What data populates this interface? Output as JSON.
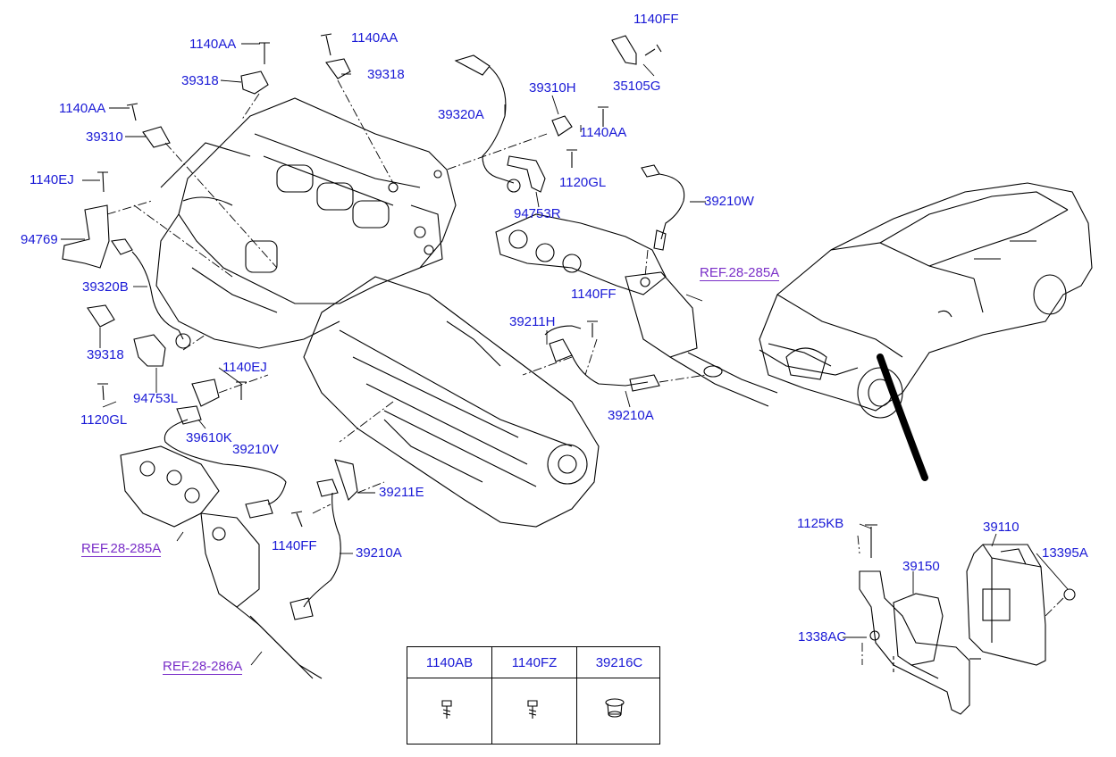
{
  "labels": {
    "l1140FF_top": "1140FF",
    "l35105G": "35105G",
    "l1140AA_a": "1140AA",
    "l1140AA_b": "1140AA",
    "l39318_a": "39318",
    "l39318_b": "39318",
    "l1140AA_c": "1140AA",
    "l39310": "39310",
    "l39310H": "39310H",
    "l39320A": "39320A",
    "l1140AA_d": "1140AA",
    "l1120GL_a": "1120GL",
    "l1140EJ_a": "1140EJ",
    "l94753R": "94753R",
    "l39210W": "39210W",
    "l94769": "94769",
    "l39320B": "39320B",
    "l1140FF_mid": "1140FF",
    "l39211H": "39211H",
    "l39318_c": "39318",
    "l1140EJ_b": "1140EJ",
    "l94753L": "94753L",
    "l1120GL_b": "1120GL",
    "l39610K": "39610K",
    "l39210V": "39210V",
    "l39210A_a": "39210A",
    "l39211E": "39211E",
    "l1140FF_low": "1140FF",
    "l39210A_b": "39210A",
    "l1125KB": "1125KB",
    "l39110": "39110",
    "l39150": "39150",
    "l13395A": "13395A",
    "l1338AC": "1338AC"
  },
  "refs": {
    "ref_285A_right": "REF.28-285A",
    "ref_285A_left": "REF.28-285A",
    "ref_286A": "REF.28-286A"
  },
  "parts_table": {
    "headers": [
      "1140AB",
      "1140FZ",
      "39216C"
    ],
    "icons": [
      "bolt-icon",
      "bolt-icon",
      "plug-icon"
    ]
  },
  "colors": {
    "label": "#1a1ad6",
    "ref": "#7a2fc8",
    "drawing": "#000000"
  }
}
